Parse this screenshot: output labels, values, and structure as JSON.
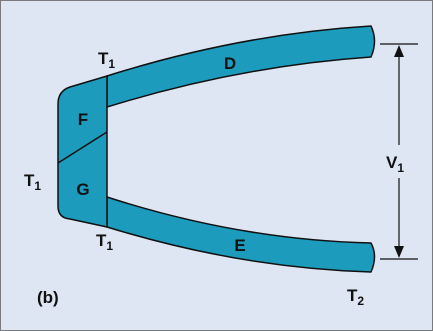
{
  "panel_label": "(b)",
  "segments": {
    "D": "D",
    "E": "E",
    "F": "F",
    "G": "G"
  },
  "terminals": {
    "T1_top": {
      "main": "T",
      "sub": "1"
    },
    "T1_left": {
      "main": "T",
      "sub": "1"
    },
    "T1_bottom": {
      "main": "T",
      "sub": "1"
    },
    "T2": {
      "main": "T",
      "sub": "2"
    }
  },
  "voltage": {
    "main": "V",
    "sub": "1"
  },
  "colors": {
    "background": "#dfe6f3",
    "conductor_fill": "#1c9bbd",
    "outline": "#111111"
  }
}
